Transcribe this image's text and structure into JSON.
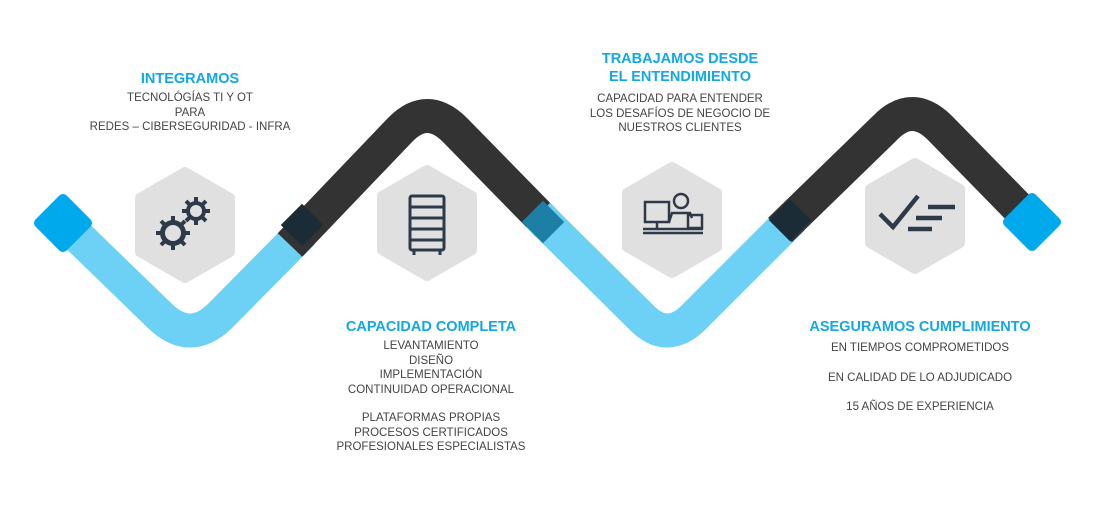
{
  "colors": {
    "light": "#6dd0f5",
    "dark": "#333333",
    "accent": "#00a9ec",
    "title": "#12a8e4",
    "hex": "#e0e0e0",
    "icon": "#2e3a4a"
  },
  "steps": [
    {
      "title": "INTEGRAMOS",
      "lines": [
        "TECNOLÓGÍAS  TI Y OT",
        "PARA",
        "REDES – CIBERSEGURIDAD - INFRA"
      ],
      "icon": "gears-icon"
    },
    {
      "title": "CAPACIDAD COMPLETA",
      "lines": [
        "LEVANTAMIENTO",
        "DISEÑO",
        "IMPLEMENTACIÓN",
        "CONTINUIDAD OPERACIONAL"
      ],
      "lines2": [
        "PLATAFORMAS PROPIAS",
        "PROCESOS CERTIFICADOS",
        "PROFESIONALES ESPECIALISTAS"
      ],
      "icon": "server-rack-icon"
    },
    {
      "title": "TRABAJAMOS DESDE",
      "title2": "EL ENTENDIMIENTO",
      "lines": [
        "CAPACIDAD PARA ENTENDER",
        "LOS DESAFÍOS DE NEGOCIO DE",
        "NUESTROS CLIENTES"
      ],
      "icon": "person-at-desk-icon"
    },
    {
      "title": "ASEGURAMOS CUMPLIMIENTO",
      "lines": [
        "EN TIEMPOS  COMPROMETIDOS",
        "EN CALIDAD DE LO ADJUDICADO",
        "15 AÑOS DE EXPERIENCIA"
      ],
      "icon": "checklist-icon"
    }
  ]
}
